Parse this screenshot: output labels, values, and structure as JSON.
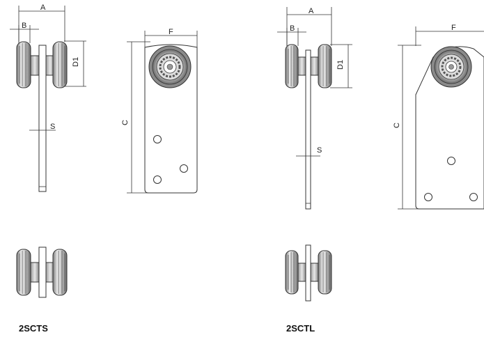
{
  "labels": {
    "A": "A",
    "B": "B",
    "D1": "D1",
    "S": "S",
    "F": "F",
    "C": "C"
  },
  "models": [
    {
      "name": "2SCTS"
    },
    {
      "name": "2SCTL"
    }
  ],
  "colors": {
    "line": "#333333",
    "wheel_light": "#f0f0f0",
    "wheel_dark": "#8a8a8a",
    "plate_fill": "#ffffff"
  }
}
